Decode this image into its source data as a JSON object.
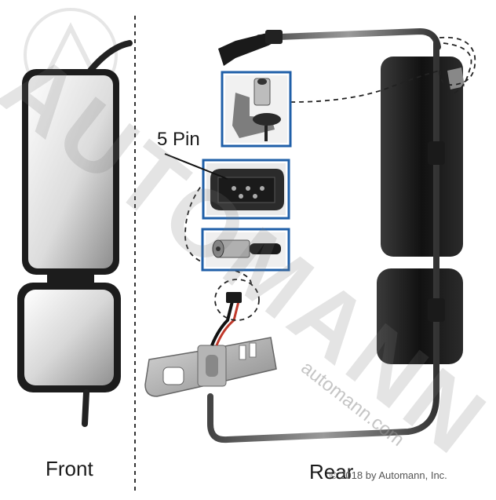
{
  "labels": {
    "front": "Front",
    "rear": "Rear",
    "connector": "5 Pin",
    "copyright": "© 2018 by Automann, Inc."
  },
  "watermark": {
    "brand": "AUTOMANN",
    "url": "automann.com"
  },
  "colors": {
    "inset_border": "#1f5fa8",
    "divider": "#333333"
  }
}
